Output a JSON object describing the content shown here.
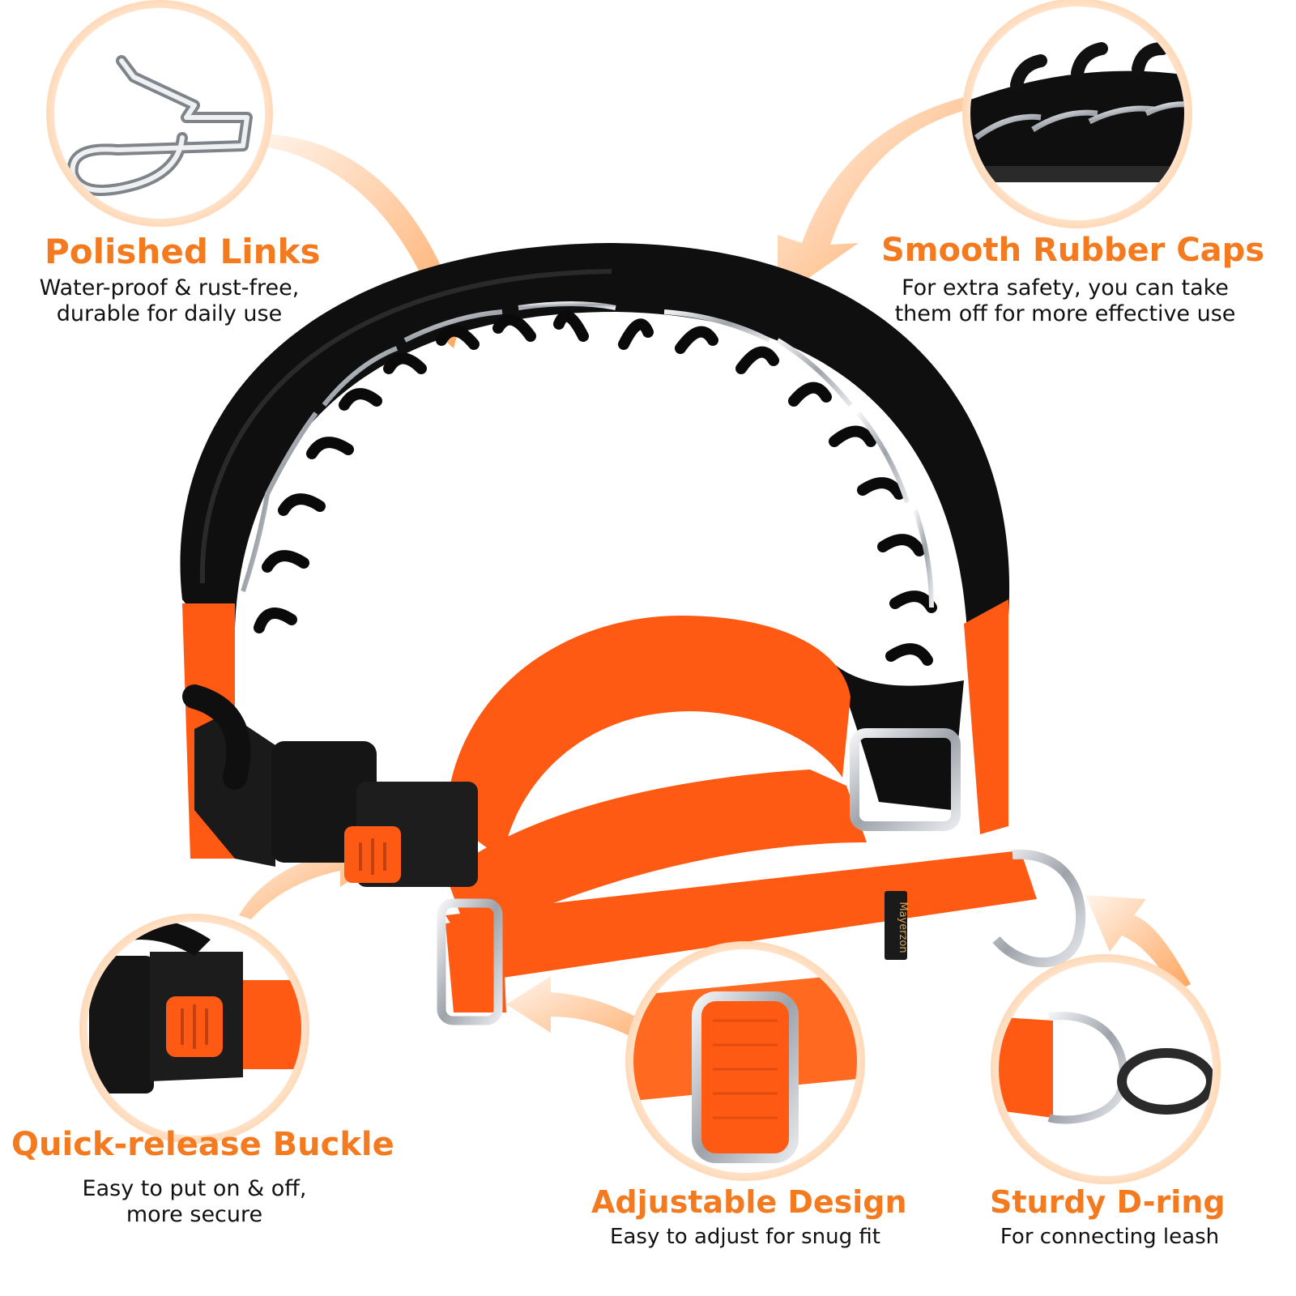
{
  "features": {
    "polished_links": {
      "title": "Polished Links",
      "desc_line1": "Water-proof & rust-free,",
      "desc_line2": "durable for daily use"
    },
    "rubber_caps": {
      "title": "Smooth Rubber Caps",
      "desc_line1": "For extra safety, you can take",
      "desc_line2": "them off for more effective use"
    },
    "buckle": {
      "title": "Quick-release Buckle",
      "desc_line1": "Easy to put on & off,",
      "desc_line2": "more secure"
    },
    "adjustable": {
      "title": "Adjustable Design",
      "desc_line1": "Easy to adjust for snug fit"
    },
    "d_ring": {
      "title": "Sturdy D-ring",
      "desc_line1": "For connecting leash"
    }
  },
  "product": {
    "brand_tag": "Mayerzon"
  },
  "colors": {
    "accent": "#f47a20",
    "strap": "#ff5a14",
    "neoprene": "#0f0f0f",
    "steel": "#c9ccd1"
  },
  "icons": [
    "prong-link-icon",
    "rubber-cap-icon",
    "buckle-icon",
    "slider-icon",
    "d-ring-icon"
  ]
}
